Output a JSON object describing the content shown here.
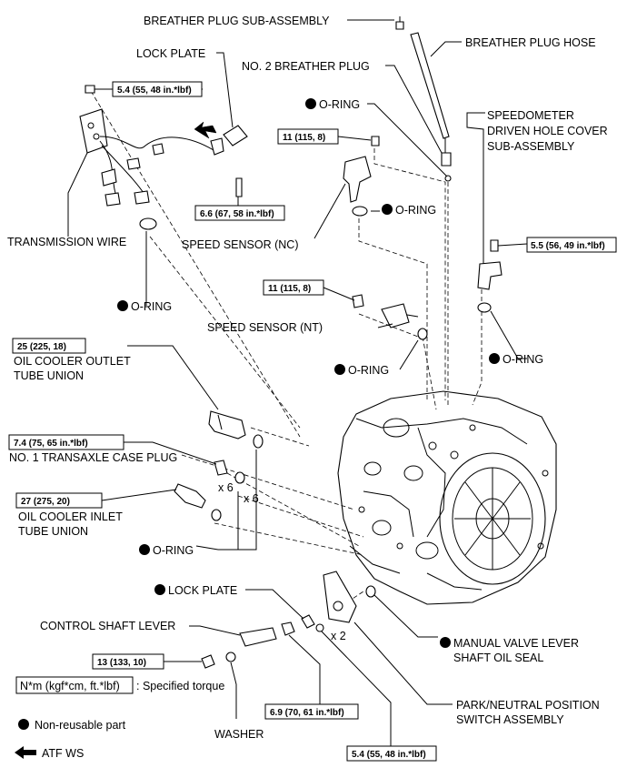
{
  "labels": {
    "breather_plug_sub": "BREATHER PLUG SUB-ASSEMBLY",
    "breather_plug_hose": "BREATHER PLUG HOSE",
    "lock_plate_top": "LOCK PLATE",
    "no2_breather_plug": "NO. 2 BREATHER PLUG",
    "oring_a": "O-RING",
    "speedometer_1": "SPEEDOMETER",
    "speedometer_2": "DRIVEN HOLE COVER",
    "speedometer_3": "SUB-ASSEMBLY",
    "oring_b": "O-RING",
    "transmission_wire": "TRANSMISSION WIRE",
    "speed_sensor_nc": "SPEED SENSOR (NC)",
    "oring_c": "O-RING",
    "speed_sensor_nt": "SPEED SENSOR (NT)",
    "oil_cooler_outlet_1": "OIL COOLER OUTLET",
    "oil_cooler_outlet_2": "TUBE UNION",
    "oring_d": "O-RING",
    "oring_e": "O-RING",
    "no1_case_plug": "NO. 1 TRANSAXLE CASE PLUG",
    "x6_a": "x 6",
    "x6_b": "x 6",
    "oil_cooler_inlet_1": "OIL COOLER INLET",
    "oil_cooler_inlet_2": "TUBE UNION",
    "oring_f": "O-RING",
    "lock_plate_bottom": "LOCK PLATE",
    "control_shaft_lever": "CONTROL SHAFT LEVER",
    "x2": "x 2",
    "manual_valve_1": "MANUAL VALVE LEVER",
    "manual_valve_2": "SHAFT OIL SEAL",
    "washer": "WASHER",
    "park_neutral_1": "PARK/NEUTRAL POSITION",
    "park_neutral_2": "SWITCH ASSEMBLY"
  },
  "torques": {
    "t_transmission_wire_bolt": "5.4 (55, 48 in.*lbf)",
    "t_lock_plate_bolt": "6.6 (67, 58 in.*lbf)",
    "t_speed_sensor_nc": "11 (115, 8)",
    "t_speedometer_cover": "5.5 (56, 49 in.*lbf)",
    "t_speed_sensor_nt": "11 (115, 8)",
    "t_outlet_union": "25 (225, 18)",
    "t_case_plug": "7.4 (75, 65 in.*lbf)",
    "t_inlet_union": "27 (275, 20)",
    "t_lever_nut": "13 (133, 10)",
    "t_lever_nut2": "6.9 (70, 61 in.*lbf)",
    "t_pn_switch_bolt": "5.4 (55, 48 in.*lbf)"
  },
  "legend": {
    "unit_box": "N*m (kgf*cm, ft.*lbf)",
    "unit_desc": ": Specified torque",
    "non_reusable": "Non-reusable part",
    "atf": "ATF WS"
  }
}
